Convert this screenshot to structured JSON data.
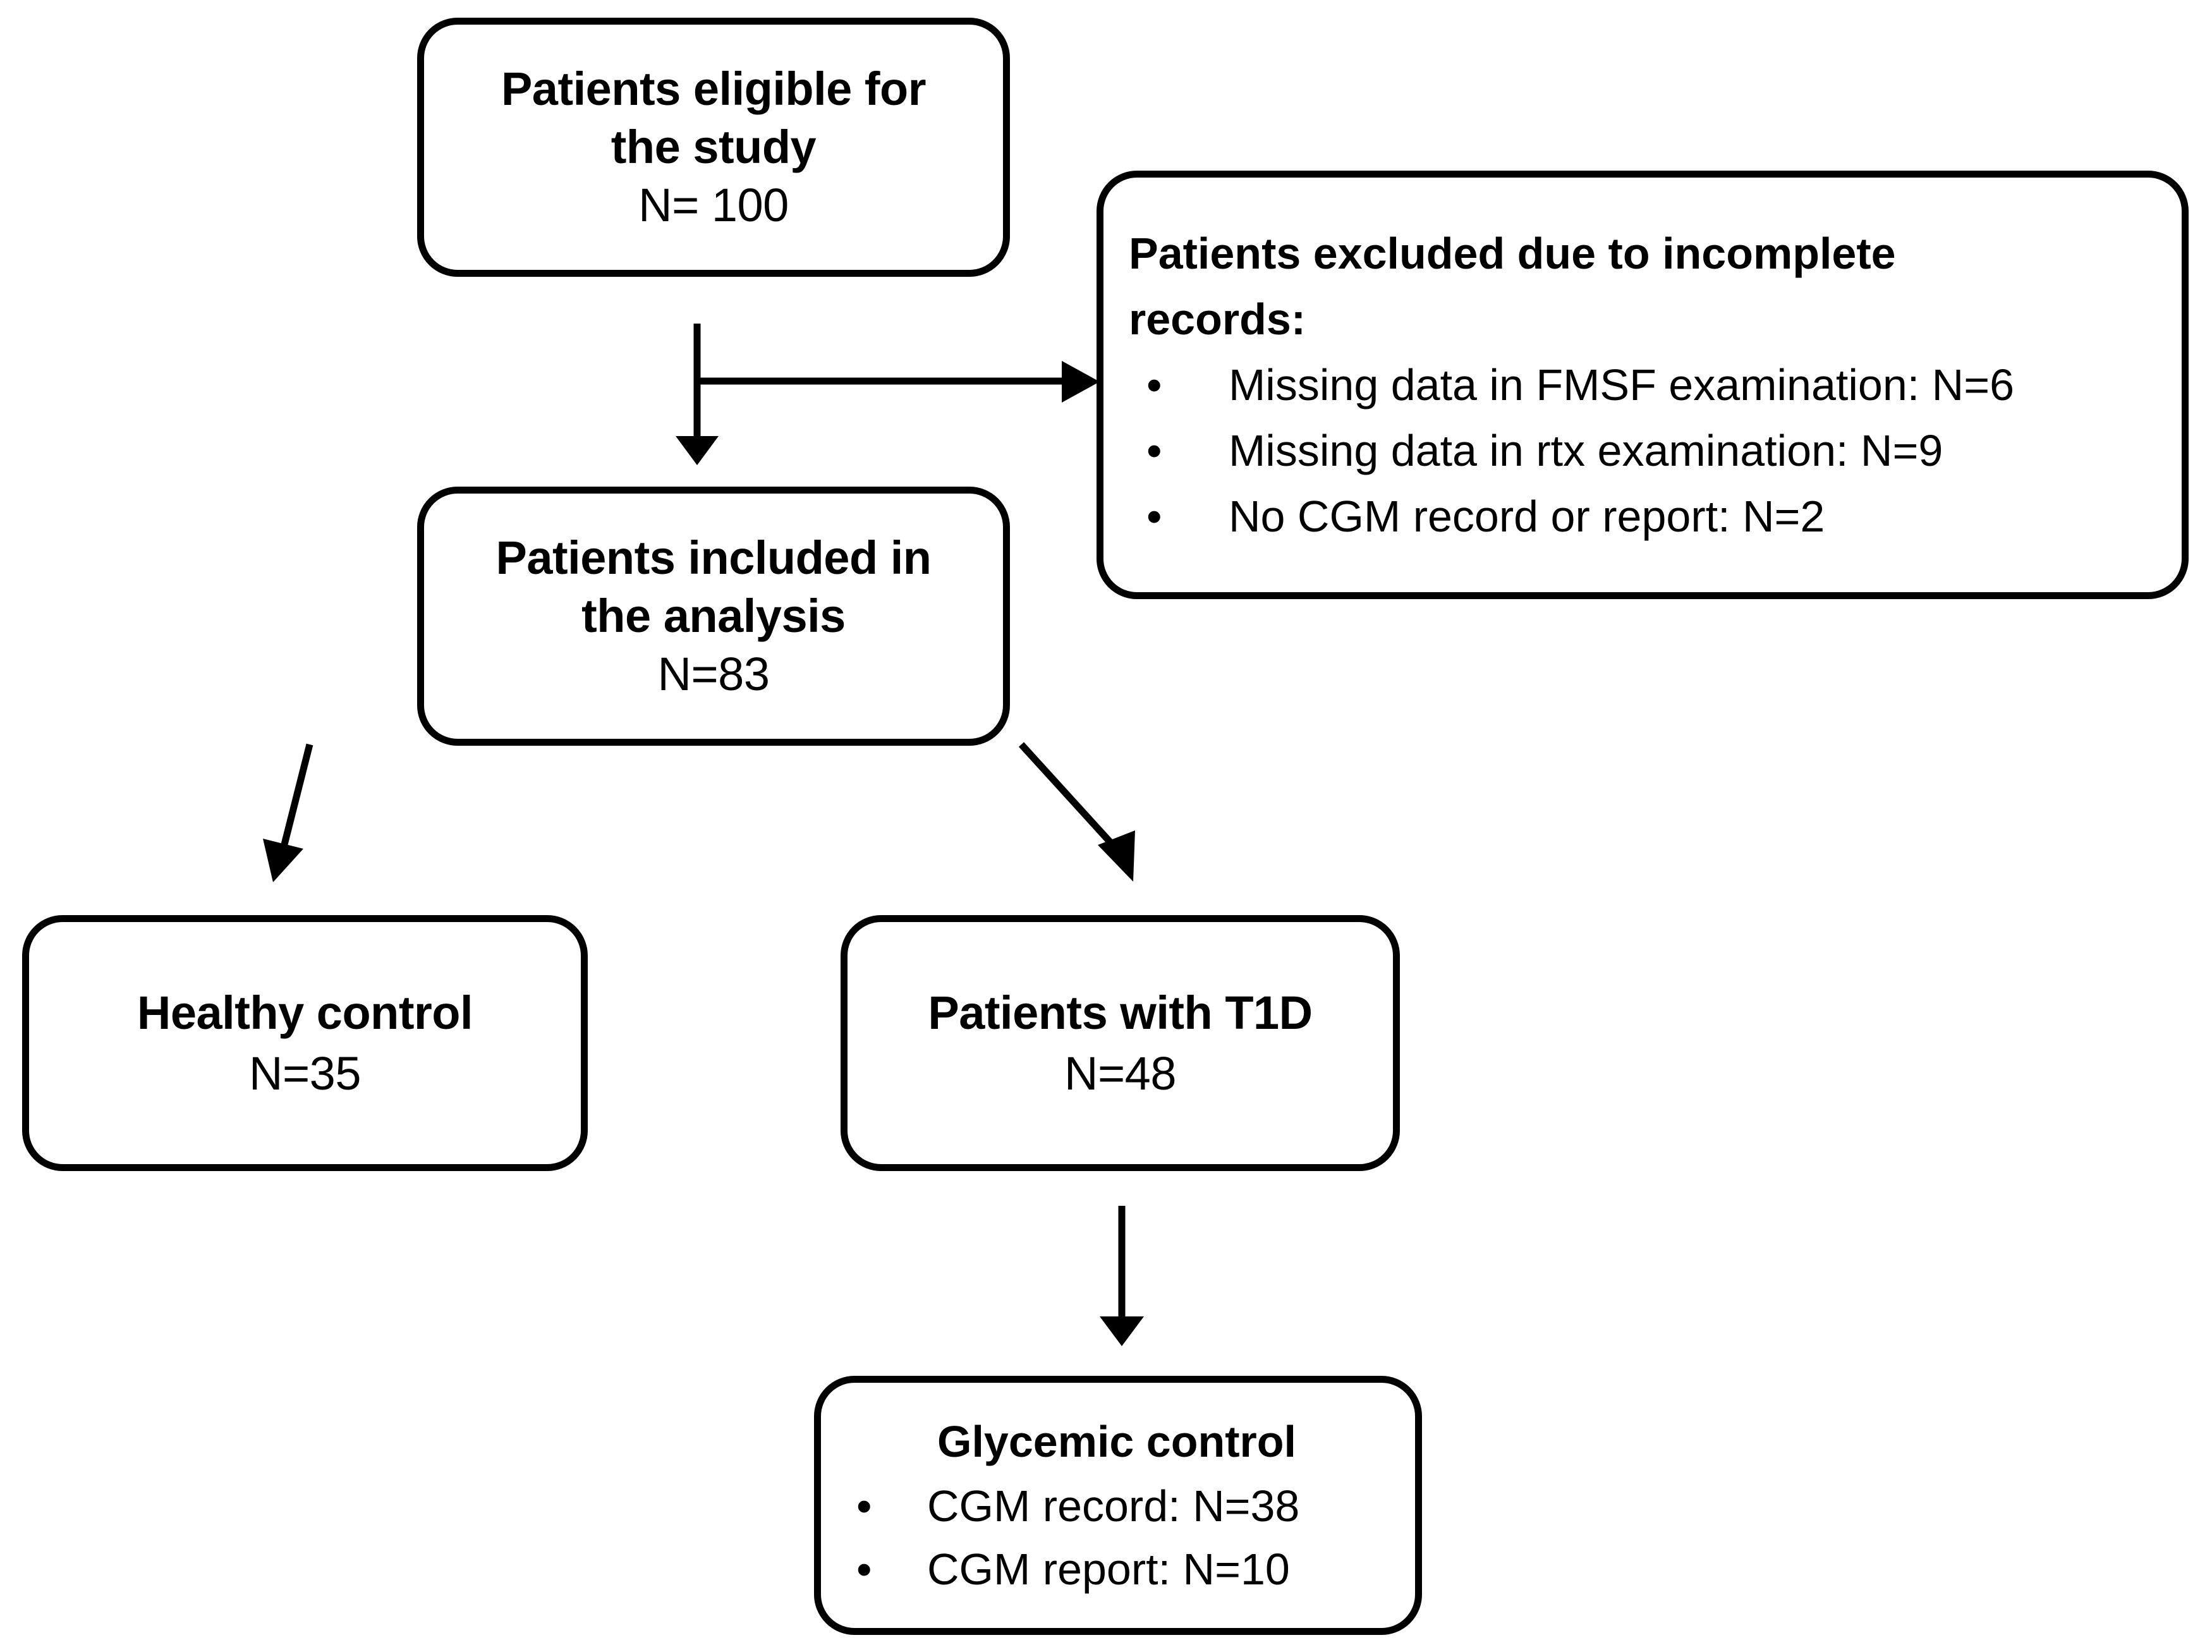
{
  "diagram": {
    "type": "flowchart",
    "title": "Study participant flow diagram",
    "stroke_color": "#000000",
    "background_color": "#ffffff"
  },
  "nodes": {
    "eligible": {
      "line1": "Patients eligible for",
      "line2": "the study",
      "line3": "N= 100",
      "count": 100
    },
    "excluded": {
      "header_line1": "Patients excluded due to incomplete",
      "header_line2": "records:",
      "bullet_glyph": "•",
      "items": [
        {
          "text": "Missing data in FMSF examination: N=6",
          "count": 6
        },
        {
          "text": "Missing data in rtx examination: N=9",
          "count": 9
        },
        {
          "text": "No CGM record or report: N=2",
          "count": 2
        }
      ]
    },
    "included": {
      "line1": "Patients included in",
      "line2": "the analysis",
      "line3": "N=83",
      "count": 83
    },
    "healthy_control": {
      "line1": "Healthy control",
      "line2": "N=35",
      "count": 35
    },
    "t1d": {
      "line1": "Patients with T1D",
      "line2": "N=48",
      "count": 48
    },
    "glycemic_control": {
      "title": "Glycemic control",
      "bullet_glyph": "•",
      "items": [
        {
          "text": "CGM record: N=38",
          "count": 38
        },
        {
          "text": "CGM report: N=10",
          "count": 10
        }
      ]
    }
  },
  "connectors": [
    {
      "name": "eligible-to-included",
      "shape": "vertical-arrow"
    },
    {
      "name": "eligible-to-excluded",
      "shape": "horizontal-arrow"
    },
    {
      "name": "included-to-healthy",
      "shape": "diagonal-arrow-left"
    },
    {
      "name": "included-to-t1d",
      "shape": "diagonal-arrow-right"
    },
    {
      "name": "t1d-to-glycemic",
      "shape": "vertical-arrow"
    }
  ]
}
